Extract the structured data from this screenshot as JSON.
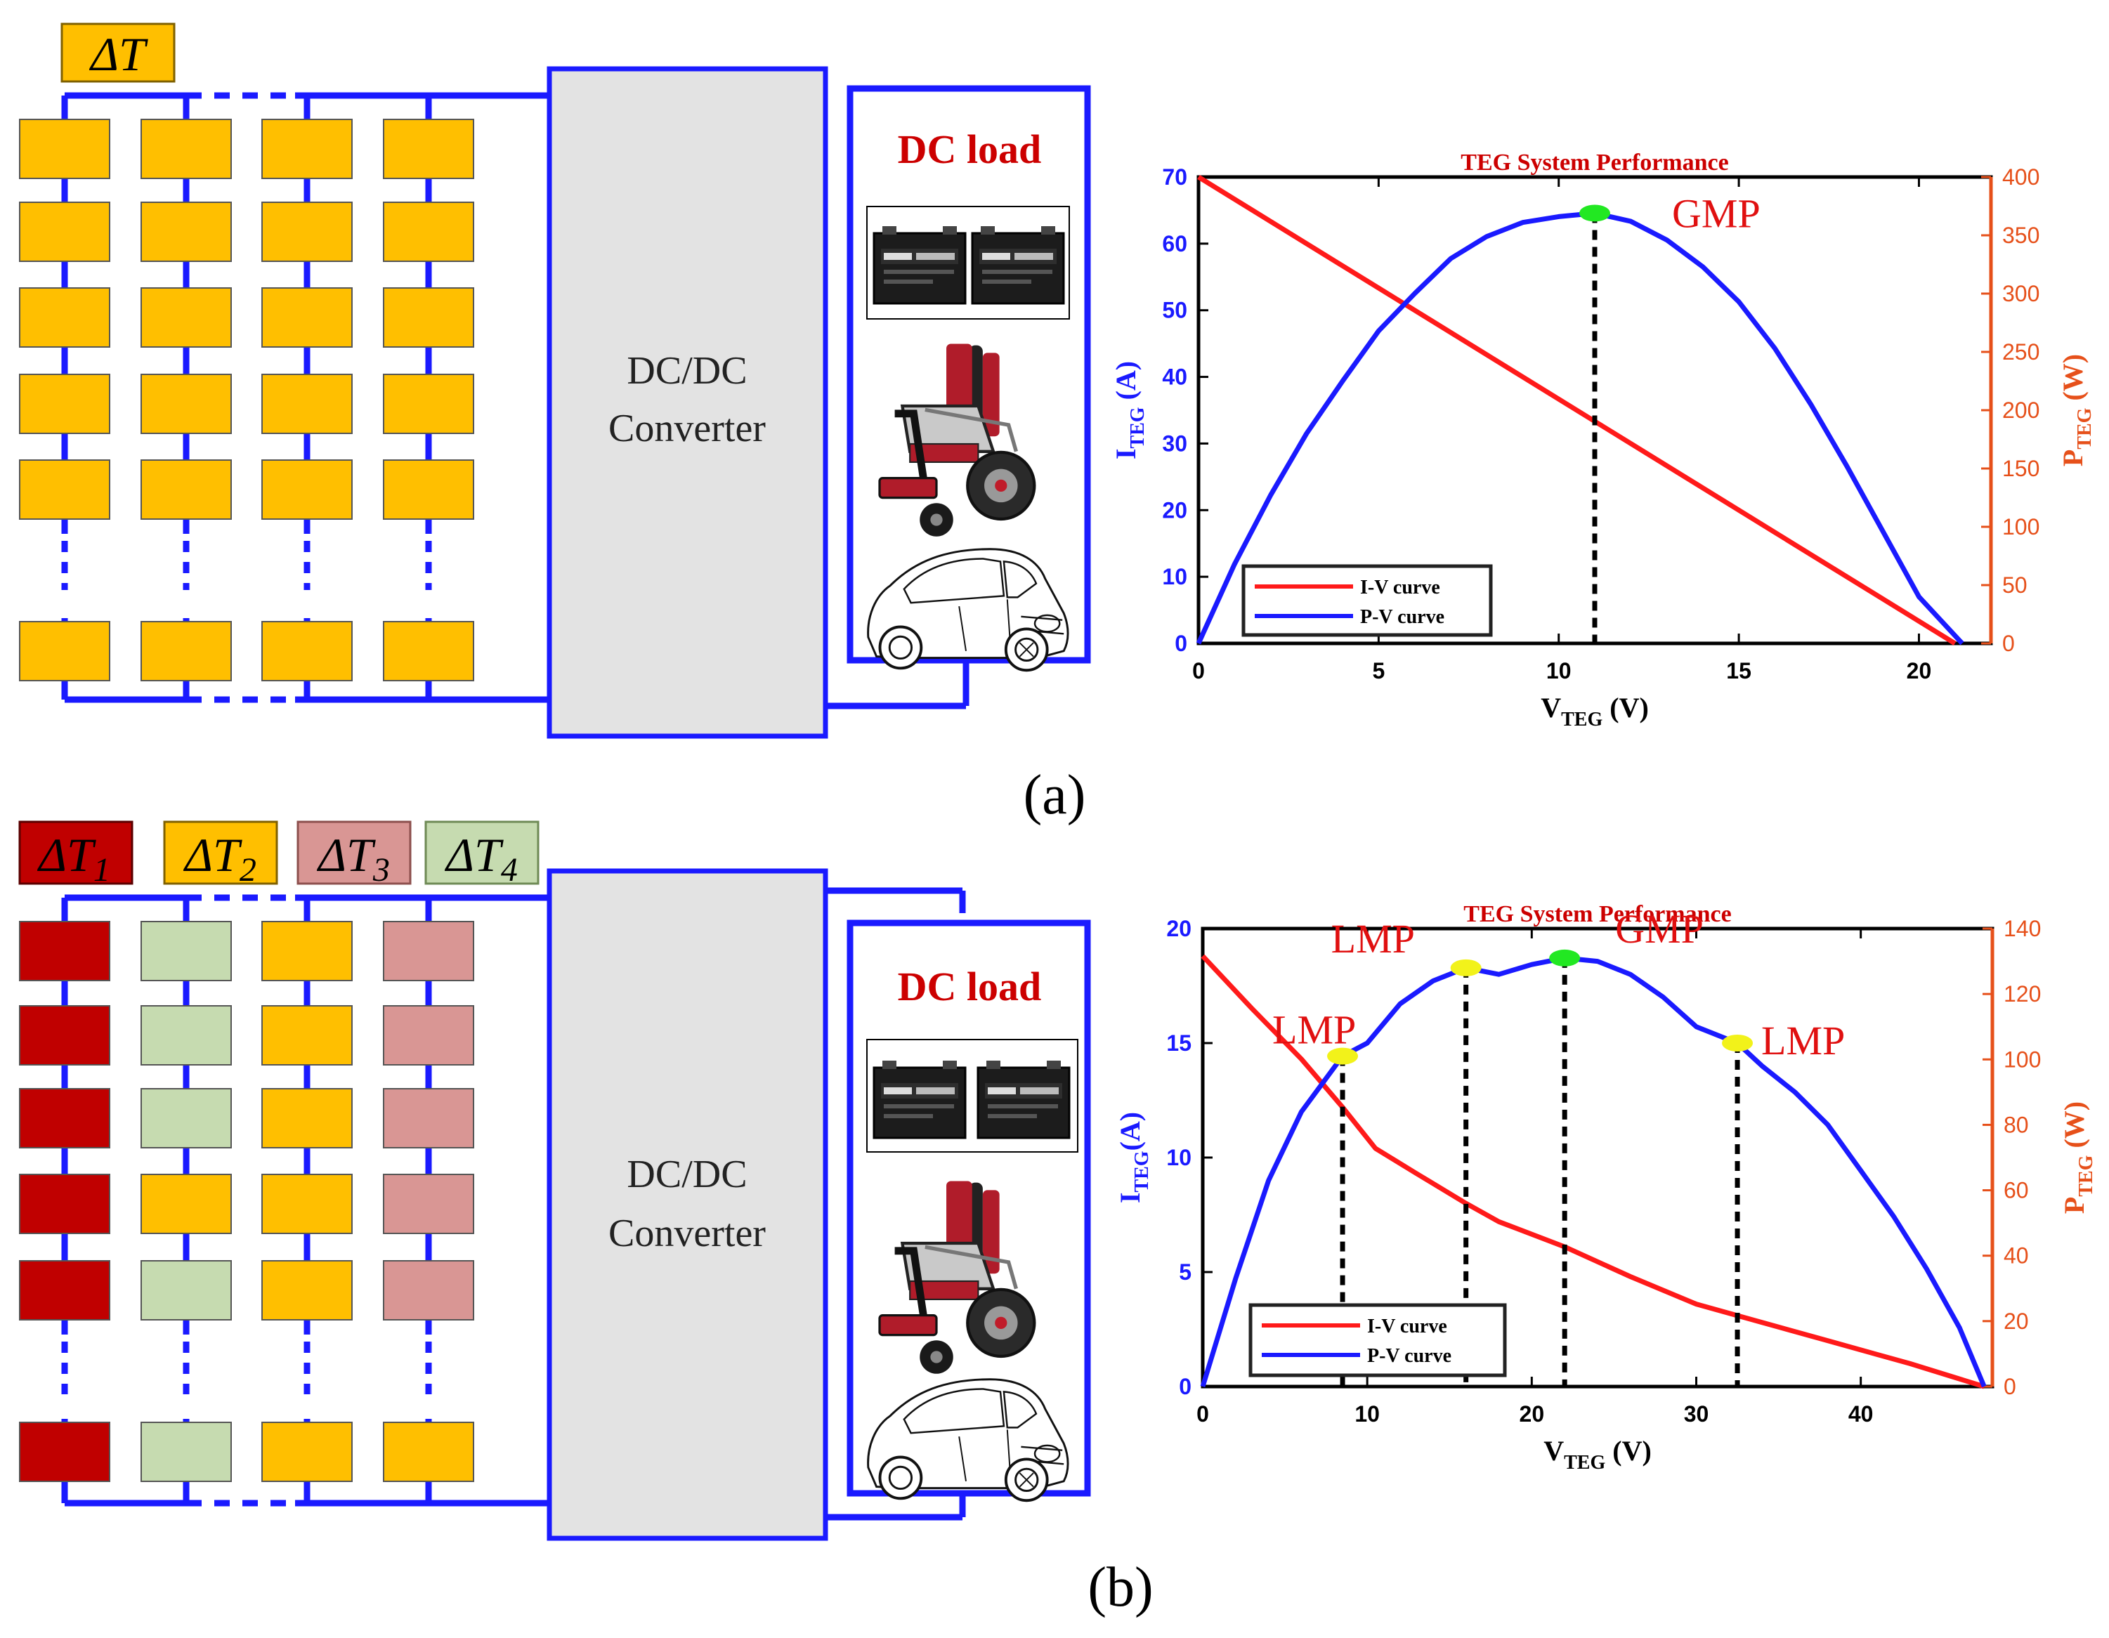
{
  "colors": {
    "wire": "#1a1aff",
    "module_yellow": "#ffbf00",
    "module_red": "#c00000",
    "module_green": "#c6dbb0",
    "module_pink": "#d99694",
    "converter": "#e3e3e3",
    "iv_curve": "#ff1a1a",
    "pv_curve": "#1a1aff",
    "right_axis": "#e6501a",
    "title_red": "#cc0000",
    "gmp_marker": "#22e822",
    "lmp_marker": "#f2f21a"
  },
  "icons": [
    "battery-icon",
    "wheelchair-icon",
    "electric-car-icon"
  ],
  "panel_a": {
    "caption": "(a)",
    "delta_t": "ΔT",
    "converter_line1": "DC/DC",
    "converter_line2": "Converter",
    "load_label": "DC load"
  },
  "panel_b": {
    "caption": "(b)",
    "delta_t1": "ΔT1",
    "delta_t2": "ΔT2",
    "delta_t3": "ΔT3",
    "delta_t4": "ΔT4",
    "converter_line1": "DC/DC",
    "converter_line2": "Converter",
    "load_label": "DC load"
  },
  "chart_data": [
    {
      "type": "line",
      "title": "TEG System Performance",
      "xlabel": "VTEG (V)",
      "ylabel_left": "ITEG (A)",
      "ylabel_right": "PTEG (W)",
      "xlim": [
        0,
        22
      ],
      "ylim_left": [
        0,
        70
      ],
      "ylim_right": [
        0,
        400
      ],
      "x_ticks": [
        0,
        5,
        10,
        15,
        20
      ],
      "y_ticks_left": [
        0,
        10,
        20,
        30,
        40,
        50,
        60,
        70
      ],
      "y_ticks_right": [
        0,
        50,
        100,
        150,
        200,
        250,
        300,
        350,
        400
      ],
      "series": [
        {
          "name": "I-V curve",
          "axis": "left",
          "color": "#ff1a1a",
          "points": [
            [
              0,
              70
            ],
            [
              21,
              0
            ]
          ]
        },
        {
          "name": "P-V curve",
          "axis": "right",
          "color": "#1a1aff",
          "points": [
            [
              0,
              0
            ],
            [
              1,
              68
            ],
            [
              2,
              127
            ],
            [
              3,
              180
            ],
            [
              4,
              225
            ],
            [
              5,
              268
            ],
            [
              6,
              300
            ],
            [
              7,
              330
            ],
            [
              8,
              349
            ],
            [
              9,
              361
            ],
            [
              10,
              366
            ],
            [
              11,
              369
            ],
            [
              12,
              362
            ],
            [
              13,
              346
            ],
            [
              14,
              323
            ],
            [
              15,
              293
            ],
            [
              16,
              253
            ],
            [
              17,
              205
            ],
            [
              18,
              152
            ],
            [
              19,
              96
            ],
            [
              20,
              40
            ],
            [
              21.2,
              0
            ]
          ]
        }
      ],
      "markers": [
        {
          "label": "GMP",
          "x": 11,
          "y": 369,
          "axis": "right",
          "kind": "global"
        }
      ]
    },
    {
      "type": "line",
      "title": "TEG System Performance",
      "xlabel": "VTEG (V)",
      "ylabel_left": "ITEG(A)",
      "ylabel_right": "PTEG (W)",
      "xlim": [
        0,
        48
      ],
      "ylim_left": [
        0,
        20
      ],
      "ylim_right": [
        0,
        140
      ],
      "x_ticks": [
        0,
        10,
        20,
        30,
        40
      ],
      "y_ticks_left": [
        0,
        5,
        10,
        15,
        20
      ],
      "y_ticks_right": [
        0,
        20,
        40,
        60,
        80,
        100,
        120,
        140
      ],
      "series": [
        {
          "name": "I-V curve",
          "axis": "left",
          "color": "#ff1a1a",
          "points": [
            [
              0,
              18.8
            ],
            [
              3,
              16.5
            ],
            [
              6,
              14.3
            ],
            [
              8.5,
              12.2
            ],
            [
              10.5,
              10.4
            ],
            [
              13,
              9.3
            ],
            [
              16,
              8
            ],
            [
              18,
              7.2
            ],
            [
              22,
              6.1
            ],
            [
              26,
              4.8
            ],
            [
              30,
              3.6
            ],
            [
              33,
              3
            ],
            [
              38,
              2
            ],
            [
              43,
              1
            ],
            [
              47.5,
              0
            ]
          ]
        }
      ],
      "series_right": [
        {
          "name": "P-V curve",
          "axis": "right",
          "color": "#1a1aff",
          "points": [
            [
              0,
              0
            ],
            [
              2,
              33
            ],
            [
              4,
              63
            ],
            [
              6,
              84
            ],
            [
              8.5,
              101
            ],
            [
              10,
              105
            ],
            [
              12,
              117
            ],
            [
              14,
              124
            ],
            [
              16,
              128
            ],
            [
              18,
              126
            ],
            [
              20,
              129
            ],
            [
              22,
              131
            ],
            [
              24,
              130
            ],
            [
              26,
              126
            ],
            [
              28,
              119
            ],
            [
              30,
              110
            ],
            [
              32.5,
              105
            ],
            [
              34,
              98
            ],
            [
              36,
              90
            ],
            [
              38,
              80
            ],
            [
              40,
              66
            ],
            [
              42,
              52
            ],
            [
              44,
              36
            ],
            [
              46,
              18
            ],
            [
              47.5,
              0
            ]
          ]
        }
      ],
      "markers": [
        {
          "label": "LMP",
          "x": 8.5,
          "y": 101,
          "axis": "right",
          "kind": "local"
        },
        {
          "label": "LMP",
          "x": 16,
          "y": 128,
          "axis": "right",
          "kind": "local"
        },
        {
          "label": "GMP",
          "x": 22,
          "y": 131,
          "axis": "right",
          "kind": "global"
        },
        {
          "label": "LMP",
          "x": 32.5,
          "y": 105,
          "axis": "right",
          "kind": "local"
        }
      ]
    }
  ]
}
